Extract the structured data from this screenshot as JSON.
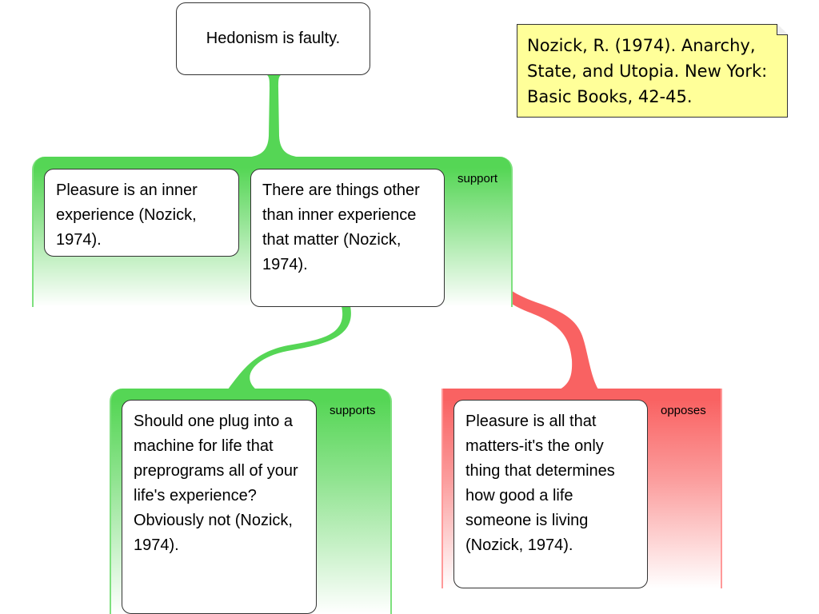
{
  "claim": "Hedonism is faulty.",
  "note": "Nozick, R. (1974). Anarchy, State, and Utopia. New York: Basic Books, 42-45.",
  "group_support": {
    "label": "support",
    "premises": [
      "Pleasure is an inner experience (Nozick, 1974).",
      "There are things other than inner experience that matter (Nozick, 1974)."
    ]
  },
  "group_supports": {
    "label": "supports",
    "premise": "Should one plug into a machine for life that preprograms all of your life's experience? Obviously not (Nozick, 1974)."
  },
  "group_opposes": {
    "label": "opposes",
    "premise": "Pleasure is all that matters-it's the only thing that determines how good a life someone is living (Nozick, 1974)."
  },
  "colors": {
    "support": "#55d655",
    "oppose": "#f96262",
    "note": "#ffff99"
  }
}
